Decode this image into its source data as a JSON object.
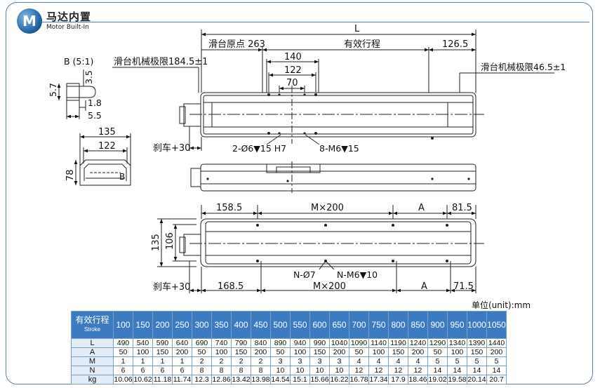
{
  "brand": {
    "logo_letter": "M",
    "name_cn": "马达内置",
    "name_en": "Motor Built-In"
  },
  "top_view": {
    "L": "L",
    "origin": "滑台原点 263",
    "stroke": "有效行程",
    "right_end": "126.5",
    "left_limit": "滑台机械极限184.5±1",
    "right_limit": "滑台机械极限46.5±1",
    "d140": "140",
    "d122": "122",
    "d70": "70",
    "holes": "2-Ø6▼15 H7",
    "taps": "8-M6▼15",
    "brake": "刹车+30"
  },
  "detail_b": {
    "title": "B (5:1)",
    "d35": "3.5",
    "d57": "5.7",
    "d18": "1.8",
    "d55": "5.5"
  },
  "section": {
    "d135": "135",
    "d122": "122",
    "d78": "78",
    "b": "B"
  },
  "bottom_view": {
    "top_left": "158.5",
    "top_mid": "M×200",
    "top_a": "A",
    "top_right": "81.5",
    "h135": "135",
    "h106": "106",
    "n_holes": "N-Ø7",
    "n_taps": "N-M6▼10",
    "brake": "刹车+30",
    "bot_left": "168.5",
    "bot_mid": "M×200",
    "bot_a": "A",
    "bot_right": "71.5"
  },
  "unit_label": "单位(unit):mm",
  "table": {
    "header_cn": "有效行程",
    "header_en": "Stroke",
    "strokes": [
      "100",
      "150",
      "200",
      "250",
      "300",
      "350",
      "400",
      "450",
      "500",
      "550",
      "600",
      "650",
      "700",
      "750",
      "800",
      "850",
      "900",
      "950",
      "1000",
      "1050"
    ],
    "rows": [
      {
        "name": "L",
        "values": [
          "490",
          "540",
          "590",
          "640",
          "690",
          "740",
          "790",
          "840",
          "890",
          "940",
          "990",
          "1040",
          "1090",
          "1140",
          "1190",
          "1240",
          "1290",
          "1340",
          "1390",
          "1440"
        ]
      },
      {
        "name": "A",
        "values": [
          "50",
          "100",
          "150",
          "200",
          "50",
          "100",
          "150",
          "200",
          "50",
          "100",
          "150",
          "200",
          "50",
          "100",
          "150",
          "200",
          "50",
          "100",
          "150",
          "200"
        ]
      },
      {
        "name": "M",
        "values": [
          "1",
          "1",
          "1",
          "1",
          "2",
          "2",
          "2",
          "2",
          "3",
          "3",
          "3",
          "3",
          "4",
          "4",
          "4",
          "4",
          "5",
          "5",
          "5",
          "5"
        ]
      },
      {
        "name": "N",
        "values": [
          "6",
          "6",
          "6",
          "6",
          "8",
          "8",
          "8",
          "8",
          "10",
          "10",
          "10",
          "10",
          "12",
          "12",
          "12",
          "12",
          "14",
          "14",
          "14",
          "14"
        ]
      },
      {
        "name": "kg",
        "values": [
          "10.06",
          "10.62",
          "11.18",
          "11.74",
          "12.3",
          "12.86",
          "13.42",
          "13.98",
          "14.54",
          "15.1",
          "15.66",
          "16.22",
          "16.78",
          "17.34",
          "17.9",
          "18.46",
          "19.02",
          "19.58",
          "20.14",
          "20.7"
        ]
      }
    ]
  }
}
